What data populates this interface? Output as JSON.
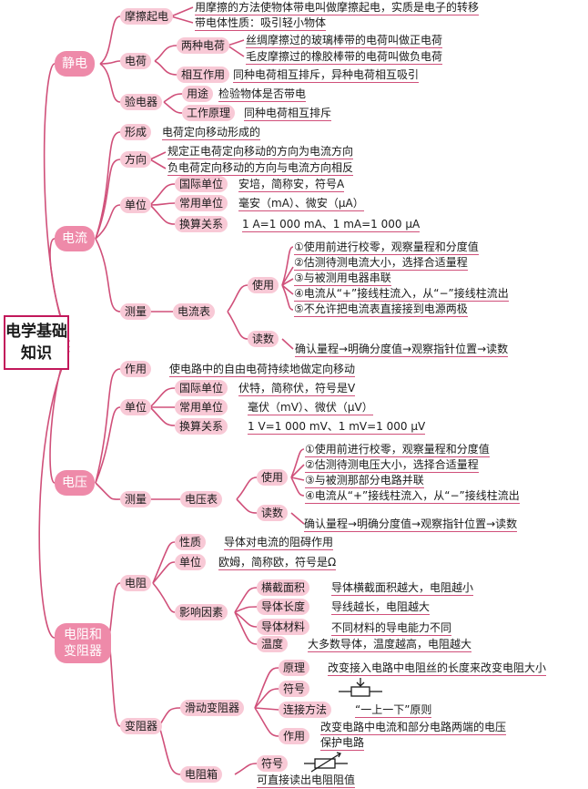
{
  "root": "电学基础知识",
  "static": {
    "title": "静电",
    "rubbing": {
      "label": "摩擦起电",
      "text1": "用摩擦的方法使物体带电叫做摩擦起电，实质是电子的转移",
      "text2": "带电体性质：吸引轻小物体"
    },
    "charge": {
      "label": "电荷",
      "two": "两种电荷",
      "pos": "丝绸摩擦过的玻璃棒带的电荷叫做正电荷",
      "neg": "毛皮摩擦过的橡胶棒带的电荷叫做负电荷",
      "interact": "相互作用",
      "interact_text": "同种电荷相互排斥，异种电荷相互吸引"
    },
    "electroscope": {
      "label": "验电器",
      "use": "用途",
      "use_text": "检验物体是否带电",
      "principle": "工作原理",
      "principle_text": "同种电荷相互排斥"
    }
  },
  "current": {
    "title": "电流",
    "formation": "形成",
    "formation_text": "电荷定向移动形成的",
    "direction": "方向",
    "dir1": "规定正电荷定向移动的方向为电流方向",
    "dir2": "负电荷定向移动的方向与电流方向相反",
    "unit": "单位",
    "si": "国际单位",
    "si_text": "安培，简称安，符号A",
    "common": "常用单位",
    "common_text": "毫安（mA）、微安（μA）",
    "conv": "换算关系",
    "conv_text": "1 A=1 000 mA、1 mA=1 000 μA",
    "measure": "测量",
    "meter": "电流表",
    "usage": "使用",
    "u1": "①使用前进行校零，观察量程和分度值",
    "u2": "②估测待测电流大小，选择合适量程",
    "u3": "③与被测用电器串联",
    "u4": "④电流从“+”接线柱流入，从“−”接线柱流出",
    "u5": "⑤不允许把电流表直接接到电源两极",
    "reading": "读数",
    "reading_text": "确认量程→明确分度值→观察指针位置→读数"
  },
  "voltage": {
    "title": "电压",
    "effect": "作用",
    "effect_text": "使电路中的自由电荷持续地做定向移动",
    "unit": "单位",
    "si": "国际单位",
    "si_text": "伏特，简称伏，符号是V",
    "common": "常用单位",
    "common_text": "毫伏（mV）、微伏（μV）",
    "conv": "换算关系",
    "conv_text": "1 V=1 000 mV、1 mV=1 000 μV",
    "measure": "测量",
    "meter": "电压表",
    "usage": "使用",
    "u1": "①使用前进行校零，观察量程和分度值",
    "u2": "②估测待测电压大小，选择合适量程",
    "u3": "③与被测那部分电路并联",
    "u4": "④电流从“+”接线柱流入，从“−”接线柱流出",
    "reading": "读数",
    "reading_text": "确认量程→明确分度值→观察指针位置→读数"
  },
  "resist": {
    "title": "电阻和变阻器",
    "resistance": "电阻",
    "nature": "性质",
    "nature_text": "导体对电流的阻碍作用",
    "unit": "单位",
    "unit_text": "欧姆，简称欧，符号是Ω",
    "factors": "影响因素",
    "area": "横截面积",
    "area_text": "导体横截面积越大，电阻越小",
    "length": "导体长度",
    "length_text": "导线越长，电阻越大",
    "material": "导体材料",
    "material_text": "不同材料的导电能力不同",
    "temp": "温度",
    "temp_text": "大多数导体，温度越高，电阻越大",
    "rheostat": "变阻器",
    "slide": "滑动变阻器",
    "sprinciple": "原理",
    "sprinciple_text": "改变接入电路中电阻丝的长度来改变电阻大小",
    "symbol": "符号",
    "connect": "连接方法",
    "connect_text": "“一上一下”原则",
    "sfunc": "作用",
    "sfunc1": "改变电路中电流和部分电路两端的电压",
    "sfunc2": "保护电路",
    "box": "电阻箱",
    "bsymbol": "符号",
    "bsymbol_text": "可直接读出电阻阻值"
  },
  "colors": {
    "branch": "#d0507a",
    "main_fill": "#ee8aa9",
    "sub_fill": "#f8c9d6",
    "root_border": "#c2185b"
  }
}
